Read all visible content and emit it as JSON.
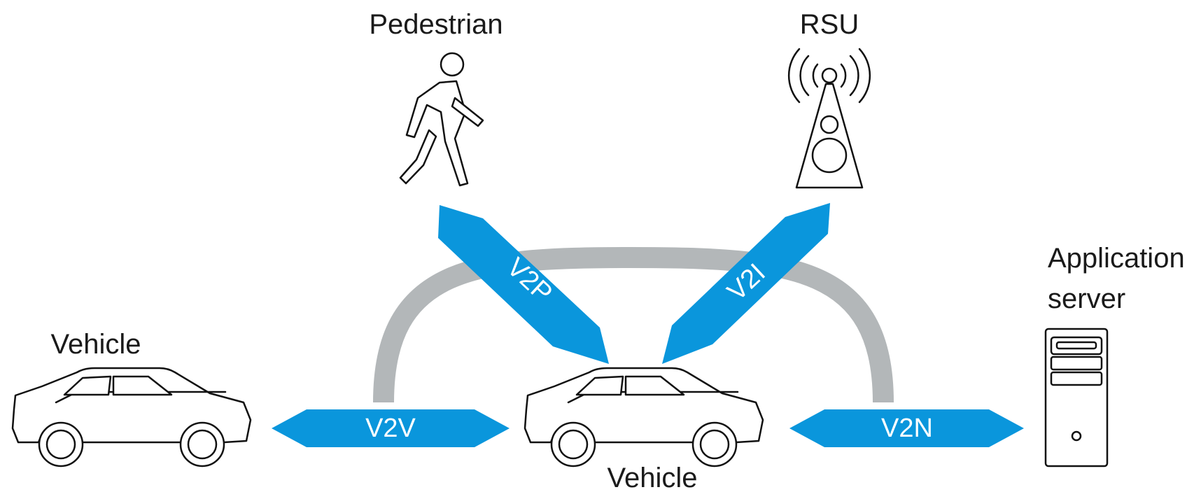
{
  "nodes": {
    "pedestrian": "Pedestrian",
    "rsu": "RSU",
    "vehicle_left": "Vehicle",
    "vehicle_center": "Vehicle",
    "app_server_line1": "Application",
    "app_server_line2": "server"
  },
  "links": {
    "v2p": "V2P",
    "v2i": "V2I",
    "v2v": "V2V",
    "v2n": "V2N"
  },
  "colors": {
    "arrow": "#0a96dc",
    "arc": "#b3b7b9",
    "outline": "#111111"
  }
}
